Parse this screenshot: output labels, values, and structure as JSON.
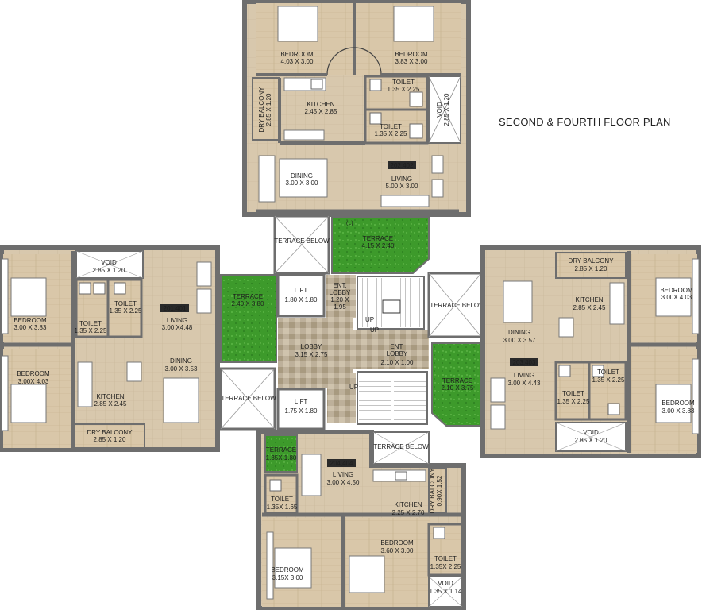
{
  "title": "SECOND & FOURTH FLOOR PLAN",
  "colors": {
    "floor": "#d8c8ad",
    "floor_dark": "#cbb899",
    "wall": "#6e6e6e",
    "terrace": "#3f9a2c",
    "lobby": "#b9ad96",
    "badge": "#2a2a2a",
    "white": "#ffffff"
  },
  "units": {
    "top": {
      "number": "202,402",
      "rooms": [
        {
          "name": "BEDROOM",
          "size": "4.03 X 3.00"
        },
        {
          "name": "BEDROOM",
          "size": "3.83 X 3.00"
        },
        {
          "name": "DRY BALCONY",
          "size": "2.85 X 1.20"
        },
        {
          "name": "KITCHEN",
          "size": "2.45 X 2.85"
        },
        {
          "name": "TOILET",
          "size": "1.35 X 2.25"
        },
        {
          "name": "TOILET",
          "size": "1.35 X 2.25"
        },
        {
          "name": "VOID",
          "size": "2.85 X 1.20"
        },
        {
          "name": "DINING",
          "size": "3.00 X 3.00"
        },
        {
          "name": "LIVING",
          "size": "5.00 X 3.00"
        }
      ]
    },
    "left": {
      "number": "201,401",
      "rooms": [
        {
          "name": "VOID",
          "size": "2.85 X 1.20"
        },
        {
          "name": "LIVING",
          "size": "3.00 X4.48"
        },
        {
          "name": "BEDROOM",
          "size": "3.00 X 3.83"
        },
        {
          "name": "TOILET",
          "size": "1.35 X 2.25"
        },
        {
          "name": "TOILET",
          "size": "1.35 X 2.25"
        },
        {
          "name": "DINING",
          "size": "3.00 X 3.53"
        },
        {
          "name": "BEDROOM",
          "size": "3.00X 4.03"
        },
        {
          "name": "KITCHEN",
          "size": "2.85 X 2.45"
        },
        {
          "name": "DRY BALCONY",
          "size": "2.85 X 1.20"
        }
      ]
    },
    "right": {
      "number": "203,403",
      "rooms": [
        {
          "name": "DRY BALCONY",
          "size": "2.85 X 1.20"
        },
        {
          "name": "BEDROOM",
          "size": "3.00X 4.03"
        },
        {
          "name": "KITCHEN",
          "size": "2.85 X 2.45"
        },
        {
          "name": "DINING",
          "size": "3.00 X 3.57"
        },
        {
          "name": "LIVING",
          "size": "3.00 X 4.43"
        },
        {
          "name": "TOILET",
          "size": "1.35 X 2.25"
        },
        {
          "name": "TOILET",
          "size": "1.35 X 2.25"
        },
        {
          "name": "BEDROOM",
          "size": "3.00 X 3.83"
        },
        {
          "name": "VOID",
          "size": "2.85 X 1.20"
        }
      ]
    },
    "bottom": {
      "number": "204,404",
      "rooms": [
        {
          "name": "TERRACE",
          "size": "1.35X 1.80"
        },
        {
          "name": "TERRACE BELOW",
          "size": ""
        },
        {
          "name": "LIVING",
          "size": "3.00 X 4.50"
        },
        {
          "name": "DRY BALCONY",
          "size": "0.90X 1.52"
        },
        {
          "name": "KITCHEN",
          "size": "2.25 X 2.70"
        },
        {
          "name": "TOILET",
          "size": "1.35X 1.65"
        },
        {
          "name": "BEDROOM",
          "size": "3.60 X 3.00"
        },
        {
          "name": "BEDROOM",
          "size": "3.15X 3.00"
        },
        {
          "name": "TOILET",
          "size": "1.35X 2.25"
        },
        {
          "name": "VOID",
          "size": "1.35 X 1.14"
        }
      ]
    }
  },
  "core": {
    "terrace_below": "TERRACE BELOW",
    "terraces": [
      {
        "name": "TERRACE",
        "size": "4.15 X 2.40"
      },
      {
        "name": "TERRACE",
        "size": "2.40 X 3.80"
      },
      {
        "name": "TERRACE",
        "size": "2.10 X 3.75"
      }
    ],
    "lifts": [
      {
        "name": "LIFT",
        "size": "1.80 X 1.80"
      },
      {
        "name": "LIFT",
        "size": "1.75 X 1.80"
      }
    ],
    "ent_lobby_top": {
      "line1": "ENT.",
      "line2": "LOBBY",
      "line3": "1.20 X",
      "line4": "1.95"
    },
    "lobby": {
      "name": "LOBBY",
      "size": "3.15 X 2.75"
    },
    "ent_lobby_right": {
      "line1": "ENT.",
      "line2": "LOBBY",
      "size": "2.10 X 1.00"
    },
    "stair_up_1": "UP",
    "stair_up_2": "UP",
    "stair_up_3": "UP",
    "lift_mark": "(L)"
  }
}
